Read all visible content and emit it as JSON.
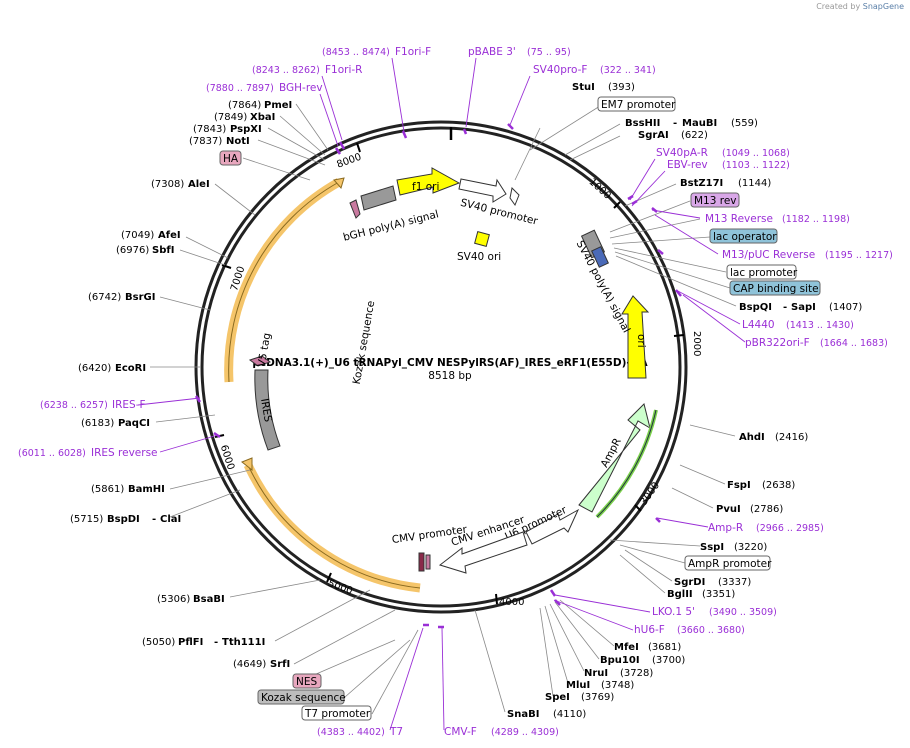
{
  "app": {
    "credit": "Created by",
    "brand": "SnapGene"
  },
  "plasmid": {
    "name": "pcDNA3.1(+)_U6 tRNAPyl_CMV NESPylRS(AF)_IRES_eRF1(E55D)-HA",
    "length_label": "8518 bp",
    "length": 8518,
    "ticks": [
      "1000",
      "2000",
      "3000",
      "4000",
      "5000",
      "6000",
      "7000",
      "8000"
    ]
  },
  "inner_labels": {
    "f1_ori": "f1 ori",
    "sv40_promoter": "SV40 promoter",
    "bgh_polya": "bGH poly(A) signal",
    "sv40_ori": "SV40 ori",
    "sv40_polya": "SV40 poly(A) signal",
    "ori": "ori",
    "ampr": "AmpR",
    "u6_promoter": "U6 promoter",
    "cmv_enhancer": "CMV enhancer",
    "cmv_promoter": "CMV promoter",
    "ires": "IRES",
    "v5_tag": "V5 tag",
    "kozak_sequence": "Kozak sequence"
  },
  "enzymes": [
    {
      "name": "StuI",
      "pos": "(393)"
    },
    {
      "name": "BssHII",
      "name2": "MauBI",
      "pos": "(559)"
    },
    {
      "name": "SgrAI",
      "pos": "(622)"
    },
    {
      "name": "BstZ17I",
      "pos": "(1144)"
    },
    {
      "name": "BspQI",
      "name2": "SapI",
      "pos": "(1407)"
    },
    {
      "name": "AhdI",
      "pos": "(2416)"
    },
    {
      "name": "FspI",
      "pos": "(2638)"
    },
    {
      "name": "PvuI",
      "pos": "(2786)"
    },
    {
      "name": "SspI",
      "pos": "(3220)"
    },
    {
      "name": "SgrDI",
      "pos": "(3337)"
    },
    {
      "name": "BglII",
      "pos": "(3351)"
    },
    {
      "name": "MfeI",
      "pos": "(3681)"
    },
    {
      "name": "Bpu10I",
      "pos": "(3700)"
    },
    {
      "name": "NruI",
      "pos": "(3728)"
    },
    {
      "name": "MluI",
      "pos": "(3748)"
    },
    {
      "name": "SpeI",
      "pos": "(3769)"
    },
    {
      "name": "SnaBI",
      "pos": "(4110)"
    },
    {
      "name": "SrfI",
      "pos": "(4649)"
    },
    {
      "name": "PflFI",
      "name2": "Tth111I",
      "pos": "(5050)"
    },
    {
      "name": "BsaBI",
      "pos": "(5306)"
    },
    {
      "name": "BspDI",
      "name2": "ClaI",
      "pos": "(5715)"
    },
    {
      "name": "BamHI",
      "pos": "(5861)"
    },
    {
      "name": "PaqCI",
      "pos": "(6183)"
    },
    {
      "name": "EcoRI",
      "pos": "(6420)"
    },
    {
      "name": "BsrGI",
      "pos": "(6742)"
    },
    {
      "name": "SbfI",
      "pos": "(6976)"
    },
    {
      "name": "AfeI",
      "pos": "(7049)"
    },
    {
      "name": "AleI",
      "pos": "(7308)"
    },
    {
      "name": "NotI",
      "pos": "(7837)"
    },
    {
      "name": "PspXI",
      "pos": "(7843)"
    },
    {
      "name": "XbaI",
      "pos": "(7849)"
    },
    {
      "name": "PmeI",
      "pos": "(7864)"
    }
  ],
  "primers": [
    {
      "name": "F1ori-F",
      "pos": "(8453 .. 8474)"
    },
    {
      "name": "pBABE 3'",
      "pos": "(75 .. 95)"
    },
    {
      "name": "SV40pro-F",
      "pos": "(322 .. 341)"
    },
    {
      "name": "F1ori-R",
      "pos": "(8243 .. 8262)"
    },
    {
      "name": "BGH-rev",
      "pos": "(7880 .. 7897)"
    },
    {
      "name": "SV40pA-R",
      "pos": "(1049 .. 1068)"
    },
    {
      "name": "EBV-rev",
      "pos": "(1103 .. 1122)"
    },
    {
      "name": "M13 Reverse",
      "pos": "(1182 .. 1198)"
    },
    {
      "name": "M13/pUC Reverse",
      "pos": "(1195 .. 1217)"
    },
    {
      "name": "L4440",
      "pos": "(1413 .. 1430)"
    },
    {
      "name": "pBR322ori-F",
      "pos": "(1664 .. 1683)"
    },
    {
      "name": "Amp-R",
      "pos": "(2966 .. 2985)"
    },
    {
      "name": "LKO.1 5'",
      "pos": "(3490 .. 3509)"
    },
    {
      "name": "hU6-F",
      "pos": "(3660 .. 3680)"
    },
    {
      "name": "IRES-F",
      "pos": "(6238 .. 6257)"
    },
    {
      "name": "IRES reverse",
      "pos": "(6011 .. 6028)"
    },
    {
      "name": "T7",
      "pos": "(4383 .. 4402)"
    },
    {
      "name": "CMV-F",
      "pos": "(4289 .. 4309)"
    }
  ],
  "boxed_features": {
    "em7_promoter": "EM7 promoter",
    "m13_rev": "M13 rev",
    "lac_operator": "lac operator",
    "lac_promoter": "lac promoter",
    "cap_binding_site": "CAP binding site",
    "ampr_promoter": "AmpR promoter",
    "ha": "HA",
    "nes": "NES",
    "kozak_sequence": "Kozak sequence",
    "t7_promoter": "T7 promoter"
  },
  "colors": {
    "yellow_feature": "#ffff00",
    "ampr": "#ccffcc",
    "orange_orf": "#f5c56a",
    "gray_feature": "#999999",
    "primer": "#9a2fd6",
    "lac_box": "#8fc3d9",
    "m13_box": "#d9a7e8",
    "ha_box": "#e8a7be"
  }
}
